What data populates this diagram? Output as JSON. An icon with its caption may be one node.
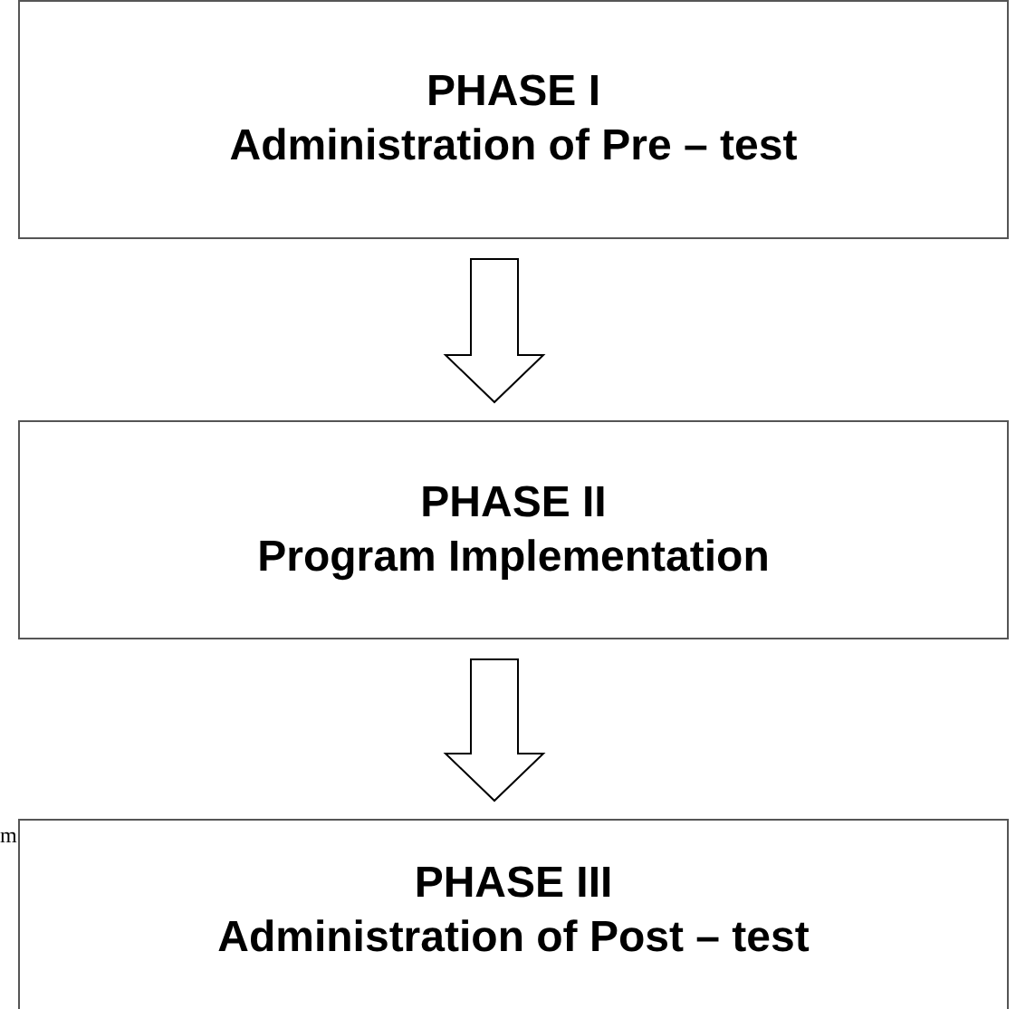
{
  "diagram": {
    "nodes": [
      {
        "text": [
          "PHASE I",
          "Administration of Pre – test"
        ]
      },
      {
        "text": [
          "PHASE II",
          "Program Implementation"
        ]
      },
      {
        "text": [
          "PHASE III",
          "Administration of Post – test"
        ]
      }
    ],
    "edges": [
      {
        "from": 0,
        "to": 1,
        "arrow": "to"
      },
      {
        "from": 1,
        "to": 2,
        "arrow": "to"
      }
    ],
    "labels": [
      "m"
    ]
  }
}
